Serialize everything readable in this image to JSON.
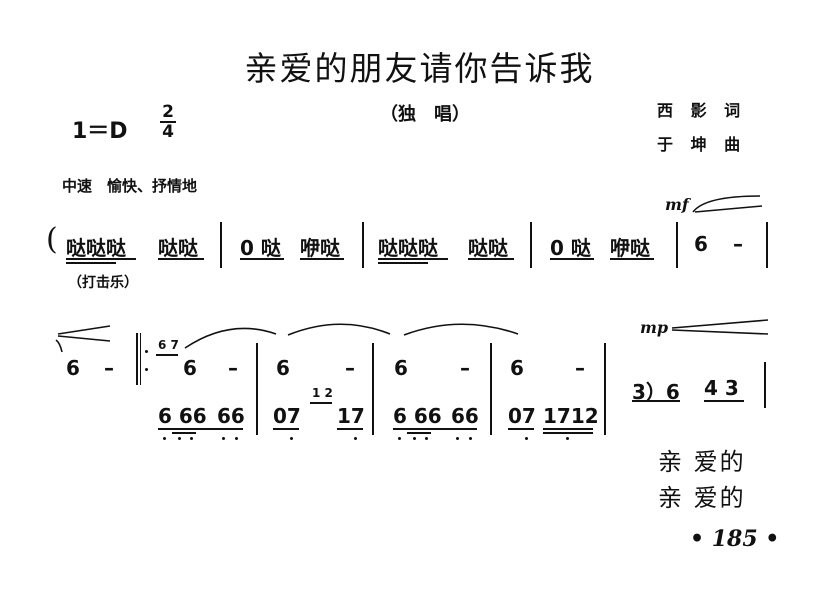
{
  "title": "亲爱的朋友请你告诉我",
  "subtitle": "（独　唱）",
  "credits": {
    "lyricist": "西 影 词",
    "composer": "于 坤 曲"
  },
  "key": "1＝D",
  "time_signature": {
    "top": "2",
    "bottom": "4"
  },
  "tempo": "中速　愉快、抒情地",
  "percussion_note": "（打击乐）",
  "dynamics": {
    "mf": "mf",
    "mp": "mp"
  },
  "row1": {
    "open_paren": "(",
    "syllables": [
      "哒哒哒",
      "哒哒",
      "0 哒",
      "咿哒",
      "哒哒哒",
      "哒哒",
      "0 哒",
      "咿哒"
    ],
    "end_note": "6",
    "end_dash": "–"
  },
  "row2": {
    "tied_note": "6",
    "tied_dash": "–",
    "grace_notes": "6 7",
    "grace_notes_2": "1 2",
    "upper": [
      "6",
      "–",
      "6",
      "–",
      "6",
      "–",
      "6",
      "–"
    ],
    "lower": [
      "6 66",
      "66",
      "07",
      "17",
      "6 66",
      "66",
      "07",
      "1712"
    ],
    "pickup": "3）6",
    "pickup_notes": "4 3"
  },
  "lyrics": [
    "亲 爱的",
    "亲 爱的"
  ],
  "page_number": "• 185 •"
}
